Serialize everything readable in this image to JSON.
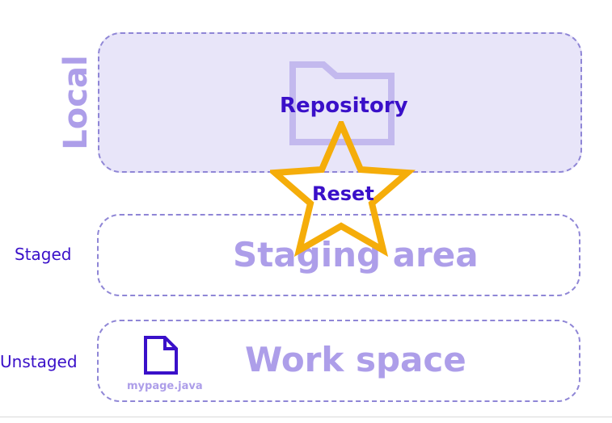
{
  "diagram": {
    "side_label_local": "Local",
    "side_label_staged": "Staged",
    "side_label_unstaged": "Unstaged",
    "repository_label": "Repository",
    "staging_label": "Staging area",
    "work_label": "Work space",
    "reset_label": "Reset",
    "file_name": "mypage.java"
  },
  "icons": {
    "folder": "folder-icon",
    "star": "star-icon",
    "file": "file-icon"
  },
  "colors": {
    "accent_dark": "#3a10c9",
    "accent_light": "#ad9ee9",
    "repo_fill": "#e8e5f9",
    "dashed_border": "#8f86d6",
    "star_stroke": "#f5ad0a",
    "folder_stroke": "#c3b9ee"
  }
}
